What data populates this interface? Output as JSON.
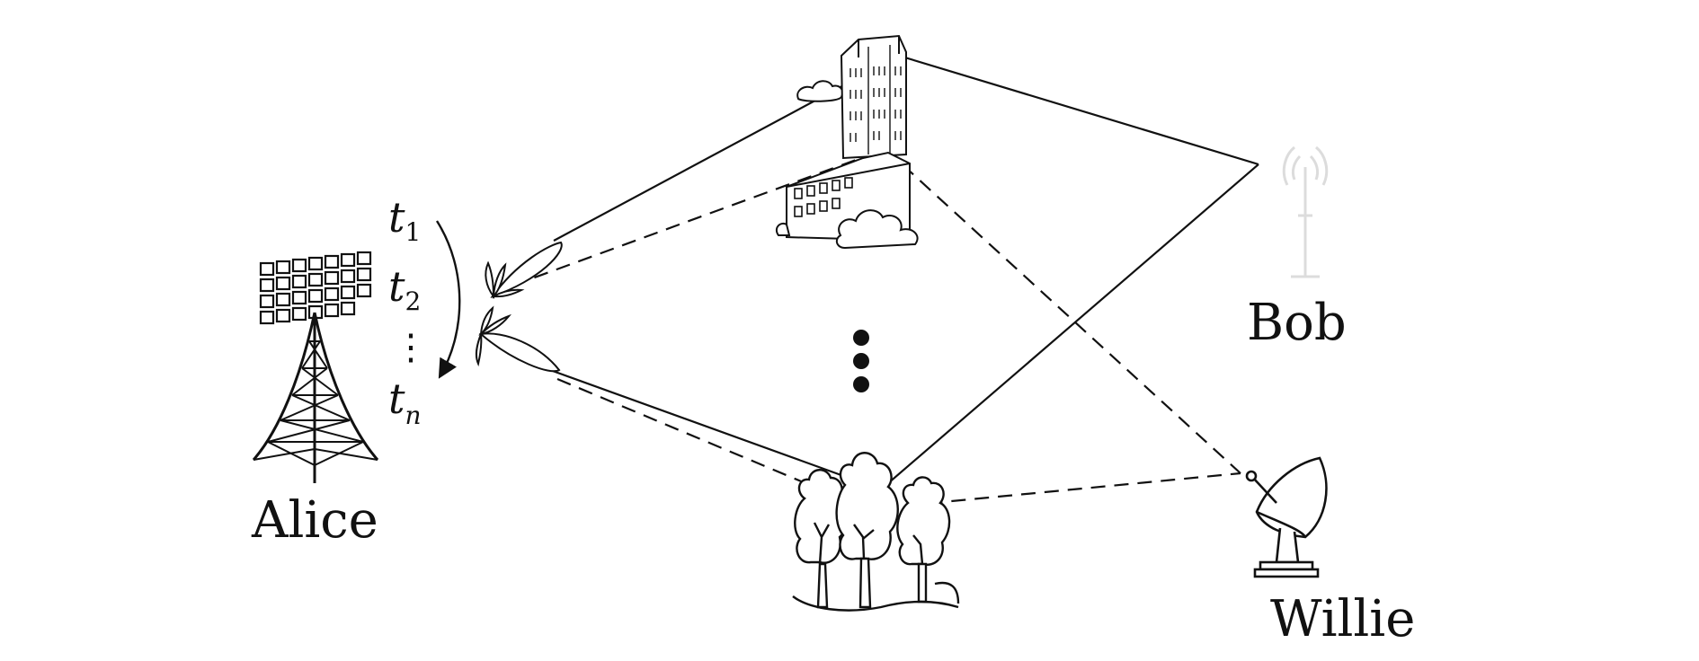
{
  "labels": {
    "alice": "Alice",
    "bob": "Bob",
    "willie": "Willie"
  },
  "time_slots": {
    "t1": {
      "base": "t",
      "sub": "1"
    },
    "t2": {
      "base": "t",
      "sub": "2"
    },
    "vdots": "⋮",
    "tn": {
      "base": "t",
      "sub": "n"
    }
  },
  "icons": {
    "alice": "antenna-array-tower-icon",
    "bob": "faint-antenna-icon",
    "willie": "satellite-dish-icon",
    "building": "building-icon",
    "trees": "trees-icon",
    "beam": "radiation-beam-icon"
  },
  "colors": {
    "ink": "#111111",
    "faint": "#dcdcdc"
  }
}
